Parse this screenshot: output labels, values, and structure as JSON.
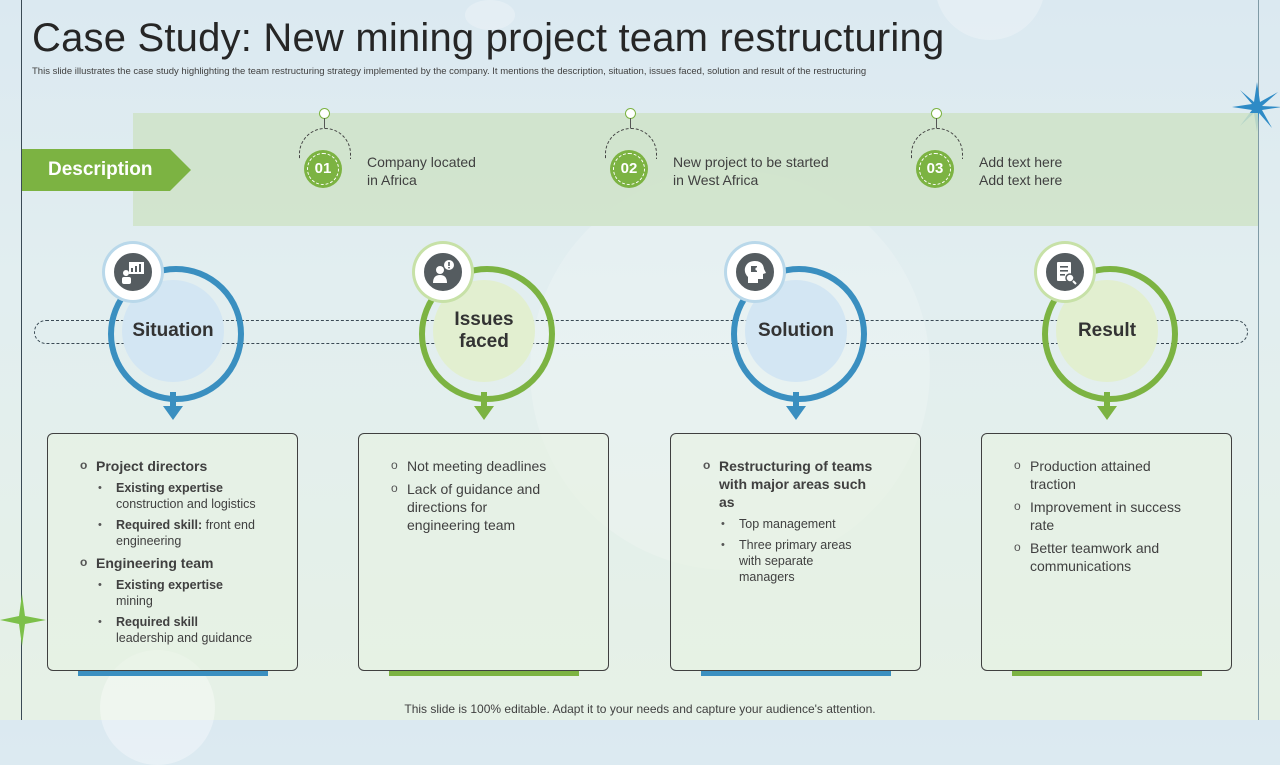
{
  "title": "Case Study: New mining project team restructuring",
  "subtitle": "This slide illustrates the case study highlighting the team restructuring strategy implemented by the company. It mentions the description, situation, issues faced, solution and result of the restructuring",
  "description": {
    "label": "Description",
    "steps": [
      {
        "number": "01",
        "text_line1": "Company located",
        "text_line2": "in Africa"
      },
      {
        "number": "02",
        "text_line1": "New project to be started",
        "text_line2": "in West Africa"
      },
      {
        "number": "03",
        "text_line1": "Add text here",
        "text_line2": "Add text here"
      }
    ]
  },
  "stages": [
    {
      "label_line1": "Situation",
      "label_line2": "",
      "icon": "presentation-icon",
      "color": "#3a8fc0",
      "card": {
        "group1": "Project directors",
        "g1_item1_bold": "Existing expertise",
        "g1_item1_text": "construction and logistics",
        "g1_item2_bold": "Required skill:",
        "g1_item2_text": " front end engineering",
        "group2": "Engineering team",
        "g2_item1_bold": "Existing expertise",
        "g2_item1_text": "mining",
        "g2_item2_bold": "Required skill",
        "g2_item2_text": "leadership and guidance"
      }
    },
    {
      "label_line1": "Issues",
      "label_line2": "faced",
      "icon": "person-alert-icon",
      "color": "#7cb342",
      "card": {
        "item1": "Not meeting deadlines",
        "item2": "Lack of guidance and directions for engineering team"
      }
    },
    {
      "label_line1": "Solution",
      "label_line2": "",
      "icon": "head-puzzle-icon",
      "color": "#3a8fc0",
      "card": {
        "heading": "Restructuring of teams with major areas such as",
        "item1": "Top management",
        "item2": "Three primary areas with separate managers"
      }
    },
    {
      "label_line1": "Result",
      "label_line2": "",
      "icon": "checklist-icon",
      "color": "#7cb342",
      "card": {
        "item1": "Production attained traction",
        "item2": "Improvement in success rate",
        "item3": "Better teamwork and communications"
      }
    }
  ],
  "footer": "This slide is 100% editable. Adapt it to your needs and capture your audience's attention.",
  "colors": {
    "blue": "#3a8fc0",
    "green": "#7cb342",
    "band": "#cfe3c8"
  }
}
